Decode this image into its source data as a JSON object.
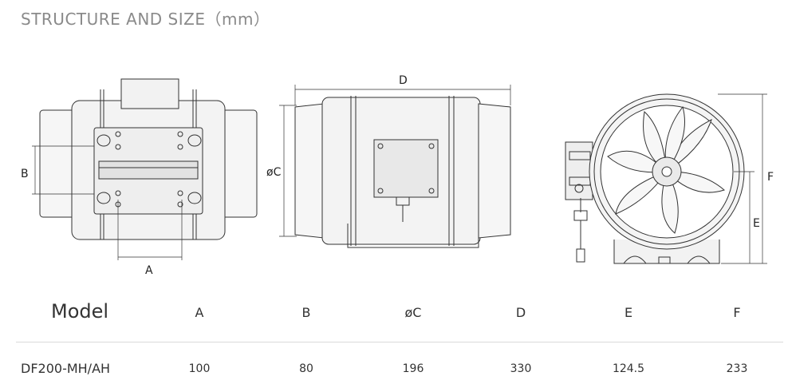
{
  "title": "STRUCTURE AND SIZE（mm）",
  "drawing_labels": {
    "b": "B",
    "a": "A",
    "d": "D",
    "c": "øC",
    "f": "F",
    "e": "E"
  },
  "table": {
    "headers": [
      "Model",
      "A",
      "B",
      "øC",
      "D",
      "E",
      "F"
    ],
    "rows": [
      [
        "DF200-MH/AH",
        "100",
        "80",
        "196",
        "330",
        "124.5",
        "233"
      ]
    ]
  }
}
